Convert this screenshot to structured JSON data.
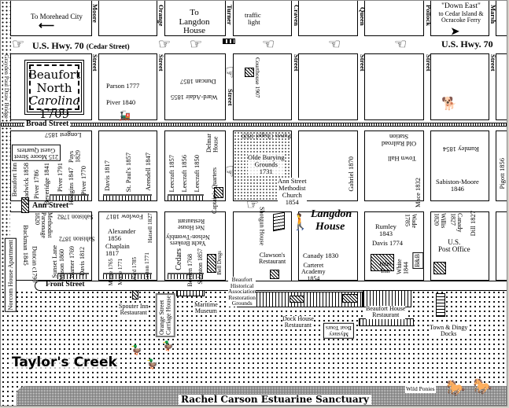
{
  "top": {
    "to_morehead": "To Morehead City",
    "to_langdon": [
      "To",
      "Langdon",
      "House"
    ],
    "traffic_light": [
      "traffic",
      "light"
    ],
    "down_east": [
      "\"Down East\"",
      "to Cedar Island &",
      "Ocracoke Ferry"
    ],
    "hwy70_cedar": "U.S. Hwy. 70",
    "cedar_street": "(Cedar Street)",
    "hwy70_right": "U.S. Hwy. 70"
  },
  "title": [
    "Beaufort",
    "North",
    "Carolina",
    "1709"
  ],
  "streets": {
    "moore": "Moore",
    "orange": "Orange",
    "turner": "Turner",
    "craven": "Craven",
    "queen": "Queen",
    "pollock": "Pollock",
    "marsh": "Marsh",
    "street": "Street",
    "broad": "Broad Street",
    "ann": "Ann Street",
    "front": "Front Street"
  },
  "labels": {
    "draw_bridge": "Grayden Paul Draw Bridge",
    "parson": "Parson 1777",
    "piver1840": "Piver 1840",
    "duncan1857": "Duncan 1857",
    "ward_adair": "Ward-Adair 1855",
    "courthouse": "Courthouse 1907",
    "longest": "Longest 1857",
    "guest_quarters": [
      "215 Moore Street",
      "Guest Quarters"
    ],
    "pays": "Pays 1829",
    "beaufort_inn": "Beaufort Inn",
    "chadwick": "Chadwick 1858",
    "piver1786": "Piver 1786",
    "beveridge": "Beveridge 1841",
    "piver1791": "Piver 1791",
    "hodgins": "Hodgins 1847",
    "piver1770": "Piver 1770",
    "davis1817": "Davis 1817",
    "st_pauls": "St. Paul's 1857",
    "arendell": "Arendell 1847",
    "leecraft1857": "Leecraft 1857",
    "leecraft1856": "Leecraft 1856",
    "leecraft1850": "Leecraft 1850",
    "captains": "Captain's Quarters",
    "delmar": "Delmar House",
    "purvis": "Purvis Chapel 1820",
    "burying": [
      "Olde Burying",
      "Grounds",
      "1731"
    ],
    "methodist": [
      "Ann Street",
      "Methodist",
      "Church",
      "1854"
    ],
    "gabriel": "Gabriel 1870",
    "railroad": [
      "Old Railroad",
      "Station"
    ],
    "town_hall": "Town Hall",
    "mace": "Mace 1832",
    "rumley1854": "Rumley 1854",
    "sabiston_moore": [
      "Sabiston-Moore",
      "1846"
    ],
    "pigott": "Pigott 1856",
    "norcom": "Norcom House Apartment",
    "buckman": "Buckman 1845",
    "duncan_c1790": "Duncan c1790",
    "parsonage": "Methodist Parsonage 1820",
    "sunset": "Sunset Lane",
    "mason": "Mason 1860",
    "warner": "Warner 1769",
    "davis1812": "Davis 1812",
    "sabiston1782": "Sabiston 1782",
    "sabiston1872": "Sabiston 1872",
    "fowlow": "Fowlow 1817",
    "alexander": [
      "Alexander",
      "1856"
    ],
    "chaplain": [
      "Chaplain",
      "1817"
    ],
    "moore1765": "Moore 1765",
    "morse": "Morse 1771",
    "ward1785": "Ward 1785",
    "easton": "Easton 1771",
    "hatsell": "Hatsell 1827",
    "net_house": [
      "Net House",
      "Restaurant"
    ],
    "yacht": [
      "Yacht Brokers",
      "Nelson-Twombly"
    ],
    "cedars": "Cedars",
    "borden": "Borden 1768",
    "sabiston1857": "Sabiston 1857",
    "bell_drugs": "Bell Drugs",
    "shotgun": "Shotgun House",
    "clawsons": [
      "Clawson's",
      "Restaurant"
    ],
    "langdon": [
      "Langdon",
      "House"
    ],
    "canady1830": "Canady 1830",
    "carteret": [
      "Carteret",
      "Academy",
      "1854"
    ],
    "rumley1843": [
      "Rumley",
      "1843"
    ],
    "davis1774": "Davis 1774",
    "inlet": [
      "Inlet",
      "Inn"
    ],
    "wade": "Wade 1785",
    "white": "White 1844",
    "bb": "B&B",
    "willis": "Willis 1820",
    "canady1827": "Canady 1827",
    "dill": "Dill 1827",
    "post_office": [
      "U.S.",
      "Post Office"
    ],
    "bha": [
      "Beaufort",
      "Historical",
      "Association",
      "Restoration",
      "Grounds"
    ],
    "spouter": [
      "Spouter Inn",
      "Restaurant"
    ],
    "carriage": [
      "Orange Street",
      "Carriage House"
    ],
    "maritime": [
      "Maritime",
      "Museum"
    ],
    "dock_house": [
      "Dock House",
      "Restaurant"
    ],
    "mystery": [
      "Mystery",
      "Boat Tours"
    ],
    "beaufort_house": [
      "Beaufort House",
      "Restaurant"
    ],
    "docks": [
      "Town & Dingy",
      "Docks"
    ],
    "taylors": "Taylor's Creek",
    "rachel": "Rachel Carson Estuarine Sanctuary",
    "wild_ponies": "Wild Ponies"
  }
}
